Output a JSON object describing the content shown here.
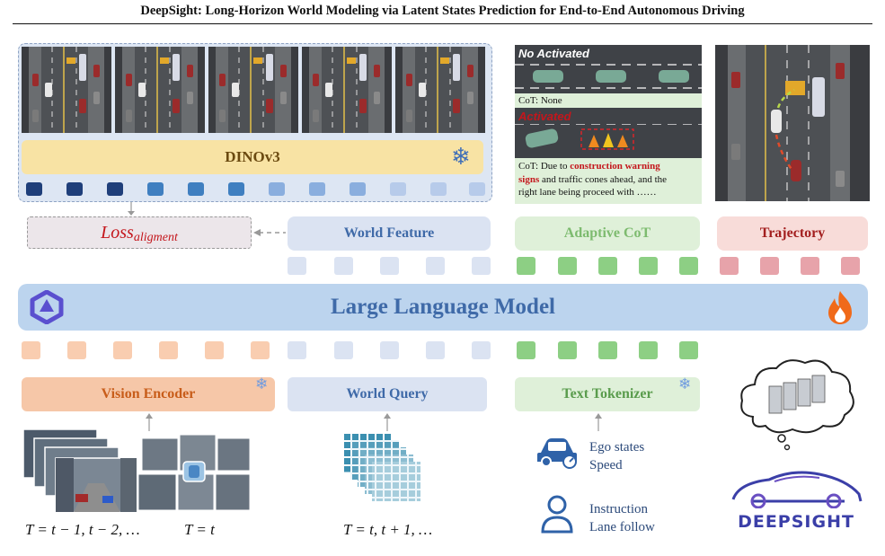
{
  "title": "DeepSight: Long-Horizon World Modeling via Latent States Prediction for End-to-End Autonomous Driving",
  "dino_label": "DINOv3",
  "loss_label_main": "Loss",
  "loss_label_sub": "aligment",
  "world_feature_label": "World Feature",
  "adaptive_cot_label": "Adaptive CoT",
  "trajectory_label": "Trajectory",
  "llm_label": "Large Language Model",
  "vision_encoder_label": "Vision Encoder",
  "world_query_label": "World Query",
  "text_tokenizer_label": "Text Tokenizer",
  "cot_panel": {
    "not_activated": "No Activated",
    "cot_none": "CoT: None",
    "activated": "Activated",
    "cot_prefix": "CoT: Due to ",
    "cot_highlight1": "construction warning",
    "cot_highlight2": "signs",
    "cot_rest1": " and traffic cones ahead, and the",
    "cot_rest2": "right lane being proceed with ……"
  },
  "inputs": {
    "ego_line1": "Ego states",
    "ego_line2": "Speed",
    "instr_line1": "Instruction",
    "instr_line2": "Lane follow"
  },
  "captions": {
    "past": "T = t − 1, t − 2, …",
    "now": "T = t",
    "future": "T = t,  t + 1, …"
  },
  "brand": "DEEPSIGHT",
  "colors": {
    "dino_dark": "#1f3f7a",
    "dino_mid": "#3f7fc0",
    "dino_light": "#a9c2e6",
    "world": "#dbe3f2",
    "cot": "#8dcf84",
    "traj": "#e7a3aa",
    "vision": "#f6c7a8",
    "llm": "#bcd4ee",
    "red_text": "#c4161c"
  },
  "icons": [
    "snowflake-icon",
    "flame-icon",
    "qwen-logo-icon",
    "car-icon",
    "person-icon",
    "deepsight-car-icon"
  ]
}
